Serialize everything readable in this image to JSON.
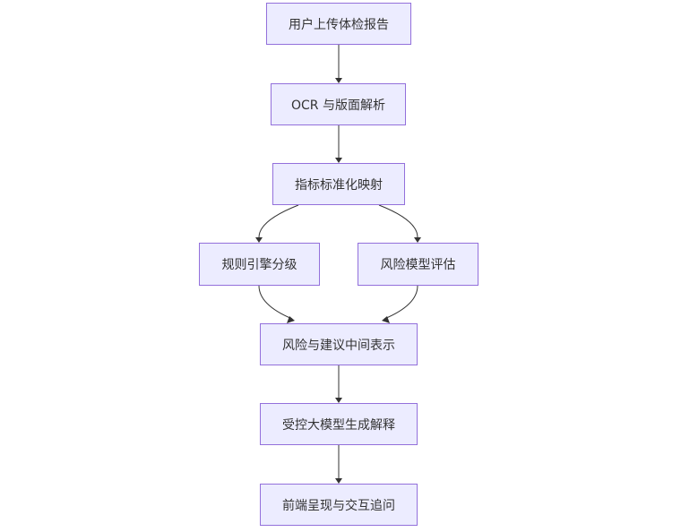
{
  "diagram": {
    "nodes": [
      {
        "id": "upload",
        "label": "用户上传体检报告"
      },
      {
        "id": "ocr",
        "label": "OCR 与版面解析"
      },
      {
        "id": "mapping",
        "label": "指标标准化映射"
      },
      {
        "id": "rules",
        "label": "规则引擎分级"
      },
      {
        "id": "model",
        "label": "风险模型评估"
      },
      {
        "id": "intermediate",
        "label": "风险与建议中间表示"
      },
      {
        "id": "generation",
        "label": "受控大模型生成解释"
      },
      {
        "id": "frontend",
        "label": "前端呈现与交互追问"
      }
    ],
    "edges": [
      {
        "from": "upload",
        "to": "ocr"
      },
      {
        "from": "ocr",
        "to": "mapping"
      },
      {
        "from": "mapping",
        "to": "rules"
      },
      {
        "from": "mapping",
        "to": "model"
      },
      {
        "from": "rules",
        "to": "intermediate"
      },
      {
        "from": "model",
        "to": "intermediate"
      },
      {
        "from": "intermediate",
        "to": "generation"
      },
      {
        "from": "generation",
        "to": "frontend"
      }
    ],
    "colors": {
      "node_fill": "#ececff",
      "node_border": "#9370db",
      "edge": "#333333",
      "text": "#333333"
    }
  }
}
